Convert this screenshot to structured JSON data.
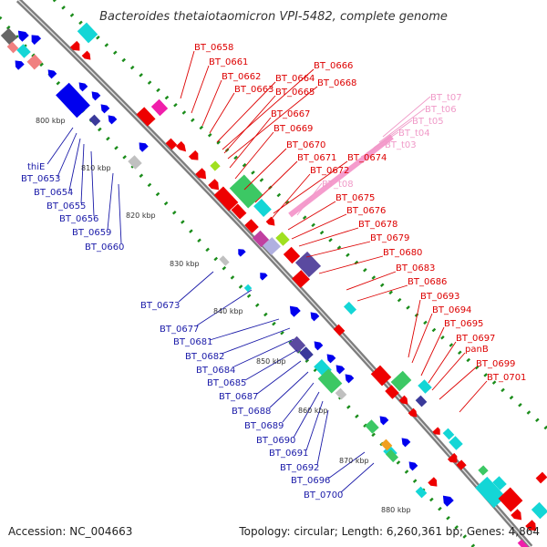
{
  "title": "Bacteroides thetaiotaomicron VPI-5482, complete genome",
  "footer": {
    "accession": "Accession: NC_004663",
    "summary": "Topology: circular; Length: 6,260,361 bp; Genes: 4,864"
  },
  "scale_labels": [
    "800 kbp",
    "810 kbp",
    "820 kbp",
    "830 kbp",
    "840 kbp",
    "850 kbp",
    "860 kbp",
    "870 kbp",
    "880 kbp"
  ],
  "genes_forward": [
    "BT_0658",
    "BT_0661",
    "BT_0662",
    "BT_0664",
    "BT_0666",
    "BT_0663",
    "BT_0665",
    "BT_0668",
    "BT_0667",
    "BT_0669",
    "BT_0670",
    "BT_0671",
    "BT_0674",
    "BT_0672",
    "BT_0675",
    "BT_0676",
    "BT_0678",
    "BT_0679",
    "BT_0680",
    "BT_0683",
    "BT_0686",
    "BT_0693",
    "BT_0694",
    "BT_0695",
    "BT_0697",
    "panB",
    "BT_0699",
    "BT_0701"
  ],
  "trna_genes": [
    "BT_t07",
    "BT_t06",
    "BT_t05",
    "BT_t04",
    "BT_t03",
    "BT_t08"
  ],
  "genes_reverse": [
    "thiE",
    "BT_0653",
    "BT_0654",
    "BT_0655",
    "BT_0656",
    "BT_0659",
    "BT_0660",
    "BT_0673",
    "BT_0677",
    "BT_0681",
    "BT_0682",
    "BT_0684",
    "BT_0685",
    "BT_0687",
    "BT_0688",
    "BT_0689",
    "BT_0690",
    "BT_0691",
    "BT_0692",
    "BT_0696",
    "BT_0700"
  ],
  "colors": {
    "forward_strand": "#ee0000",
    "reverse_strand": "#0000ee",
    "trna": "#f59ccd",
    "backbone": "#8c8c8c",
    "gc_ticks": "#1a8c1a",
    "cog_cyan": "#14d6d6",
    "cog_green": "#3cc864",
    "cog_purple": "#5a4aa0",
    "cog_magenta": "#f01eaa"
  }
}
